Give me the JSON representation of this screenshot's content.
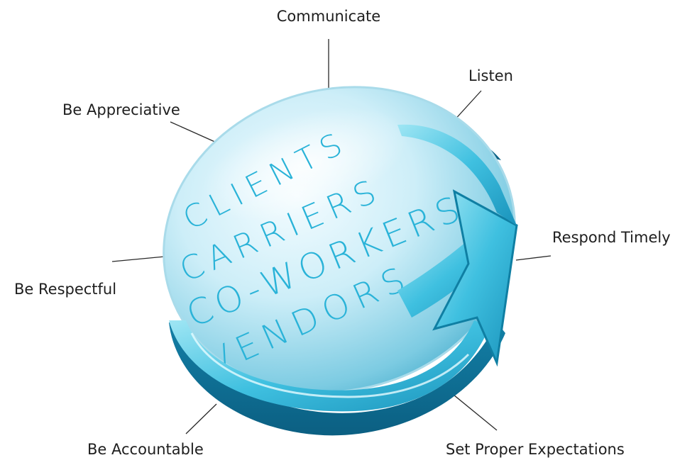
{
  "labels": {
    "communicate": "Communicate",
    "listen": "Listen",
    "be_appreciative": "Be Appreciative",
    "respond_timely": "Respond Timely",
    "be_respectful": "Be Respectful",
    "be_accountable": "Be Accountable",
    "set_proper_expectations": "Set Proper Expectations"
  },
  "sphere_words": {
    "clients": "CLIENTS",
    "carriers": "CARRIERS",
    "co_workers": "CO-WORKERS",
    "vendors": "VENDORS"
  },
  "colors": {
    "accent": "#2ab3d8",
    "arrow_dark": "#0f7fa3",
    "arrow_light": "#7fdcef",
    "text": "#1e1e1e"
  }
}
